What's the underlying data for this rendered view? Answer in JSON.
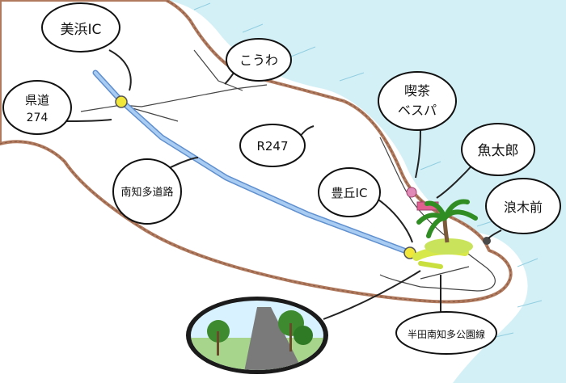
{
  "labels": {
    "mihama_ic": "美浜IC",
    "route_274": "県道\n274",
    "kouwa": "こうわ",
    "r247": "R247",
    "minami_chita_road": "南知多道路",
    "kissa_vesper": "喫茶\nベスパ",
    "uotaro": "魚太郎",
    "toyooka_ic": "豊丘IC",
    "yokohamamae": "浪木前",
    "park_line": "半田南知多公園線"
  },
  "colors": {
    "sea": "#bfe6f0",
    "coast": "#b07a5e",
    "highway": "#7fb0e6",
    "ic_marker": "#f1e63a",
    "vesper_marker": "#e08ab8",
    "palm_leaf": "#3aa52c"
  },
  "icons": [
    "ic-marker",
    "palm-tree-icon",
    "road-photo-icon"
  ]
}
